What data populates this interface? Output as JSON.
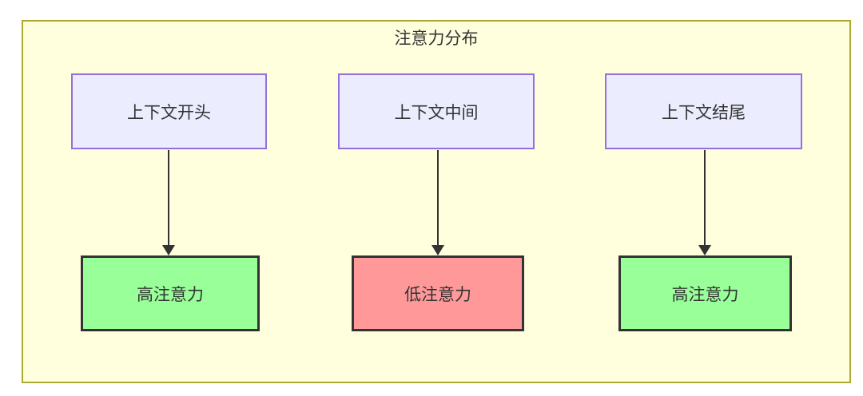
{
  "diagram": {
    "title": "注意力分布",
    "top_nodes": [
      {
        "id": "start",
        "label": "上下文开头"
      },
      {
        "id": "middle",
        "label": "上下文中间"
      },
      {
        "id": "end",
        "label": "上下文结尾"
      }
    ],
    "bottom_nodes": [
      {
        "id": "high1",
        "label": "高注意力",
        "level": "high"
      },
      {
        "id": "low1",
        "label": "低注意力",
        "level": "low"
      },
      {
        "id": "high2",
        "label": "高注意力",
        "level": "high"
      }
    ],
    "edges": [
      {
        "from": "start",
        "to": "high1"
      },
      {
        "from": "middle",
        "to": "low1"
      },
      {
        "from": "end",
        "to": "high2"
      }
    ],
    "colors": {
      "canvas_bg": "#ffffff",
      "subgraph_fill": "#ffffde",
      "subgraph_border": "#aaaa33",
      "context_node_fill": "#ececff",
      "context_node_border": "#9370db",
      "high_attention_fill": "#99ff99",
      "low_attention_fill": "#ff9999",
      "attention_node_border": "#333333",
      "edge_color": "#333333",
      "text_color": "#333333"
    }
  }
}
